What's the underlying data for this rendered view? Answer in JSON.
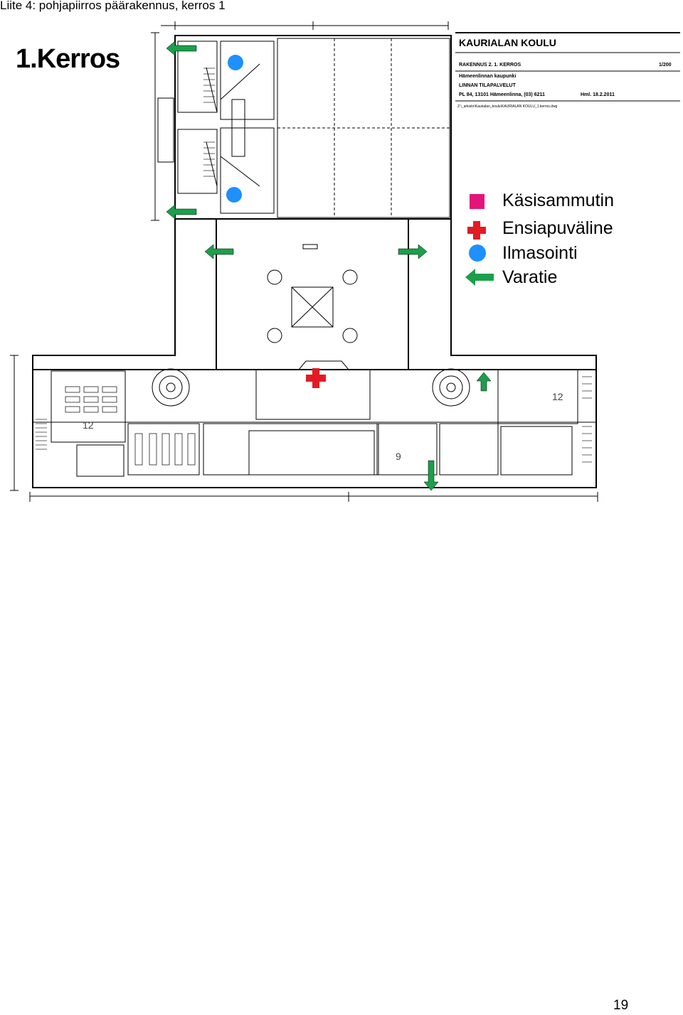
{
  "caption": "Liite 4: pohjapiirros päärakennus, kerros 1",
  "floor_title": "1.Kerros",
  "title_block": {
    "name": "KAURIALAN KOULU",
    "building": "RAKENNUS 2.  1. KERROS",
    "scale": "1/200",
    "org_line1": "Hämeenlinnan kaupunki",
    "org_line2": "LINNAN TILAPALVELUT",
    "address": "PL 84, 13101 Hämeenlinna, (03) 6211",
    "date": "Hml. 18.2.2011",
    "file_path": "Z:\\_arkisto\\Kaurialan_koulu\\KAURIALAN KOULU_1.kerros.dwg"
  },
  "legend": [
    {
      "label": "Käsisammutin",
      "color": "#e4147a"
    },
    {
      "label": "Ensiapuväline",
      "color": "#e31b23"
    },
    {
      "label": "Ilmasointi",
      "color": "#1e90ff"
    },
    {
      "label": "Varatie",
      "color": "#1aa04a"
    }
  ],
  "room_numbers": {
    "r1": "12",
    "r2": "12",
    "r3": "9"
  },
  "page_number": "19"
}
